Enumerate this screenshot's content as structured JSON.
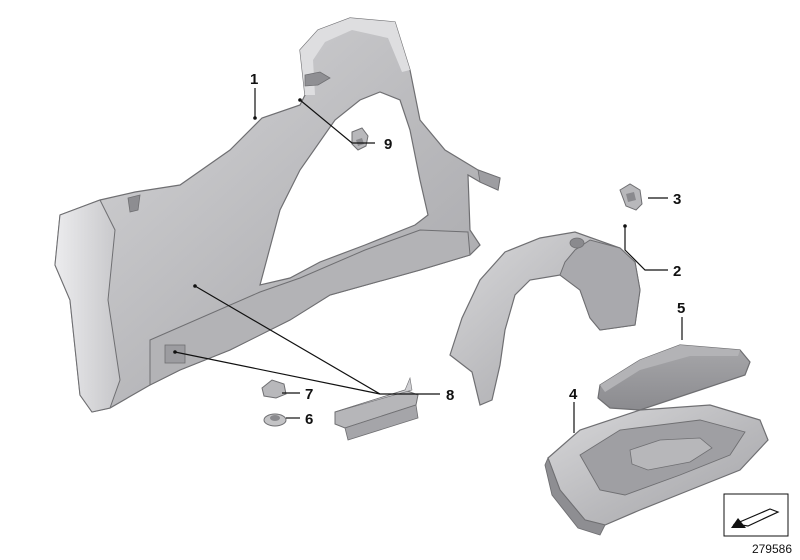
{
  "diagram": {
    "callouts": [
      {
        "id": "1",
        "label": "1"
      },
      {
        "id": "2",
        "label": "2"
      },
      {
        "id": "3",
        "label": "3"
      },
      {
        "id": "4",
        "label": "4"
      },
      {
        "id": "5",
        "label": "5"
      },
      {
        "id": "6",
        "label": "6"
      },
      {
        "id": "7",
        "label": "7"
      },
      {
        "id": "8",
        "label": "8"
      },
      {
        "id": "9",
        "label": "9"
      }
    ],
    "reference_number": "279586",
    "colors": {
      "part_fill": "#c4c4c6",
      "part_dark": "#9a9a9d",
      "part_light": "#e2e2e4",
      "outline": "#6f6f72"
    },
    "icons": [
      "orientation-arrow-icon"
    ]
  }
}
